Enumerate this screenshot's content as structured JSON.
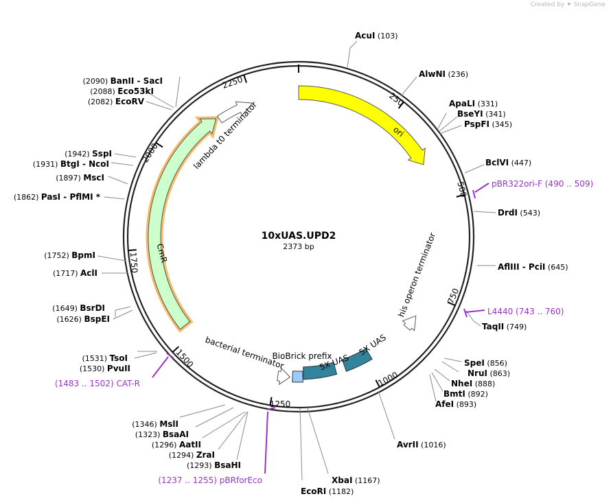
{
  "credit": {
    "prefix": "Created by",
    "brand": "SnapGene"
  },
  "plasmid": {
    "name": "10xUAS.UPD2",
    "length_label": "2373 bp"
  },
  "ticks": [
    "250",
    "500",
    "750",
    "1000",
    "1250",
    "1500",
    "1750",
    "2000",
    "2250"
  ],
  "enzymes": [
    {
      "name": "AcuI",
      "pos": "(103)"
    },
    {
      "name": "AlwNI",
      "pos": "(236)"
    },
    {
      "name": "ApaLI",
      "pos": "(331)"
    },
    {
      "name": "BseYI",
      "pos": "(341)"
    },
    {
      "name": "PspFI",
      "pos": "(345)"
    },
    {
      "name": "BclVI",
      "pos": "(447)"
    },
    {
      "name": "DrdI",
      "pos": "(543)"
    },
    {
      "name": "AflIII",
      "name2": "PciI",
      "pos": "(645)"
    },
    {
      "name": "TaqII",
      "pos": "(749)"
    },
    {
      "name": "SpeI",
      "pos": "(856)"
    },
    {
      "name": "NruI",
      "pos": "(863)"
    },
    {
      "name": "NheI",
      "pos": "(888)"
    },
    {
      "name": "BmtI",
      "pos": "(892)"
    },
    {
      "name": "AfeI",
      "pos": "(893)"
    },
    {
      "name": "AvrII",
      "pos": "(1016)"
    },
    {
      "name": "XbaI",
      "pos": "(1167)"
    },
    {
      "name": "EcoRI",
      "pos": "(1182)"
    },
    {
      "name": "BsaHI",
      "pos": "(1293)"
    },
    {
      "name": "ZraI",
      "pos": "(1294)"
    },
    {
      "name": "AatII",
      "pos": "(1296)"
    },
    {
      "name": "BsaAI",
      "pos": "(1323)"
    },
    {
      "name": "MslI",
      "pos": "(1346)"
    },
    {
      "name": "PvuII",
      "pos": "(1530)"
    },
    {
      "name": "TsoI",
      "pos": "(1531)"
    },
    {
      "name": "BspEI",
      "pos": "(1626)"
    },
    {
      "name": "BsrDI",
      "pos": "(1649)"
    },
    {
      "name": "AclI",
      "pos": "(1717)"
    },
    {
      "name": "BpmI",
      "pos": "(1752)"
    },
    {
      "name": "PasI",
      "name2": "PflMI *",
      "pos": "(1862)"
    },
    {
      "name": "MscI",
      "pos": "(1897)"
    },
    {
      "name": "BtgI",
      "name2": "NcoI",
      "pos": "(1931)"
    },
    {
      "name": "SspI",
      "pos": "(1942)"
    },
    {
      "name": "EcoRV",
      "pos": "(2082)"
    },
    {
      "name": "Eco53kI",
      "pos": "(2088)"
    },
    {
      "name": "BanII",
      "name2": "SacI",
      "pos": "(2090)"
    }
  ],
  "primers": [
    {
      "name": "pBR322ori-F",
      "range": "(490 .. 509)"
    },
    {
      "name": "L4440",
      "range": "(743 .. 760)"
    },
    {
      "name": "pBRforEco",
      "range": "(1237 .. 1255)"
    },
    {
      "name": "CAT-R",
      "range": "(1483 .. 1502)"
    }
  ],
  "features": [
    {
      "name": "ori",
      "color": "#ffff00"
    },
    {
      "name": "his operon terminator",
      "color": "#ffffff"
    },
    {
      "name": "5X UAS",
      "color": "#31849b"
    },
    {
      "name": "5X UAS",
      "color": "#31849b"
    },
    {
      "name": "BioBrick prefix",
      "color": "#99ccff"
    },
    {
      "name": "bacterial terminator",
      "color": "#ffffff"
    },
    {
      "name": "CmR",
      "color": "#ccffcc"
    },
    {
      "name": "lambda t0 terminator",
      "color": "#ffffff"
    }
  ],
  "colors": {
    "primer": "#9b30c8",
    "cmr_highlight": "#f2a63a",
    "ring": "#222222"
  }
}
